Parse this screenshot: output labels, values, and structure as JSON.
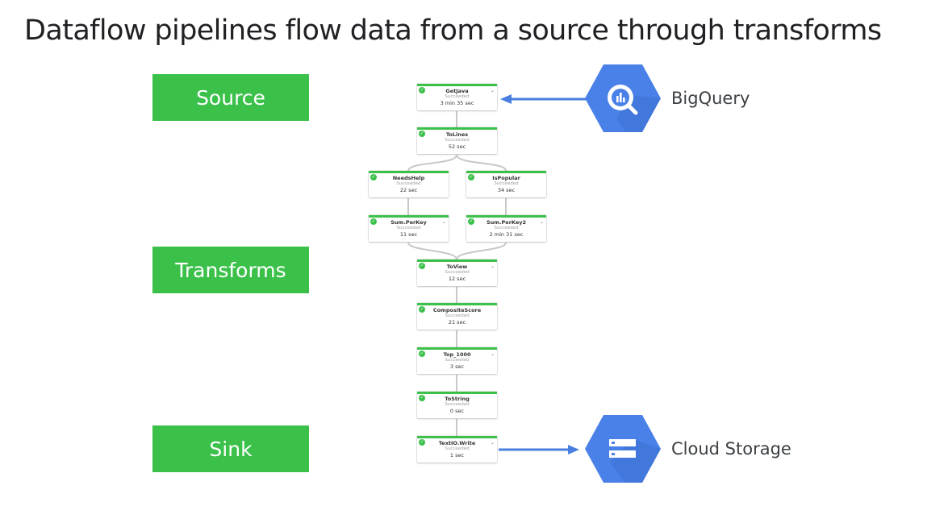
{
  "title": "Dataflow pipelines flow data from a source through transforms",
  "stages": {
    "source": "Source",
    "transforms": "Transforms",
    "sink": "Sink"
  },
  "services": {
    "bigquery": "BigQuery",
    "cloud_storage": "Cloud Storage"
  },
  "nodes": {
    "getjava": {
      "name": "GetJava",
      "status": "Succeeded",
      "time": "3 min 35 sec"
    },
    "tolines": {
      "name": "ToLines",
      "status": "Succeeded",
      "time": "52 sec"
    },
    "needshelp": {
      "name": "NeedsHelp",
      "status": "Succeeded",
      "time": "22 sec"
    },
    "ispopular": {
      "name": "IsPopular",
      "status": "Succeeded",
      "time": "34 sec"
    },
    "sumperkey": {
      "name": "Sum.PerKey",
      "status": "Succeeded",
      "time": "11 sec"
    },
    "sumperkey2": {
      "name": "Sum.PerKey2",
      "status": "Succeeded",
      "time": "2 min 31 sec"
    },
    "toview": {
      "name": "ToView",
      "status": "Succeeded",
      "time": "12 sec"
    },
    "composite": {
      "name": "CompositeScore",
      "status": "Succeeded",
      "time": "21 sec"
    },
    "top1000": {
      "name": "Top_1000",
      "status": "Succeeded",
      "time": "3 sec"
    },
    "tostring": {
      "name": "ToString",
      "status": "Succeeded",
      "time": "0 sec"
    },
    "textio": {
      "name": "TextIO.Write",
      "status": "Succeeded",
      "time": "1 sec"
    }
  },
  "colors": {
    "stage_green": "#3bc14a",
    "gcp_blue": "#4a81e8",
    "arrow_blue": "#4a7fe0"
  },
  "icons": {
    "bigquery": "bigquery-magnifier-icon",
    "cloud_storage": "storage-drives-icon",
    "status": "check-circle-icon"
  }
}
